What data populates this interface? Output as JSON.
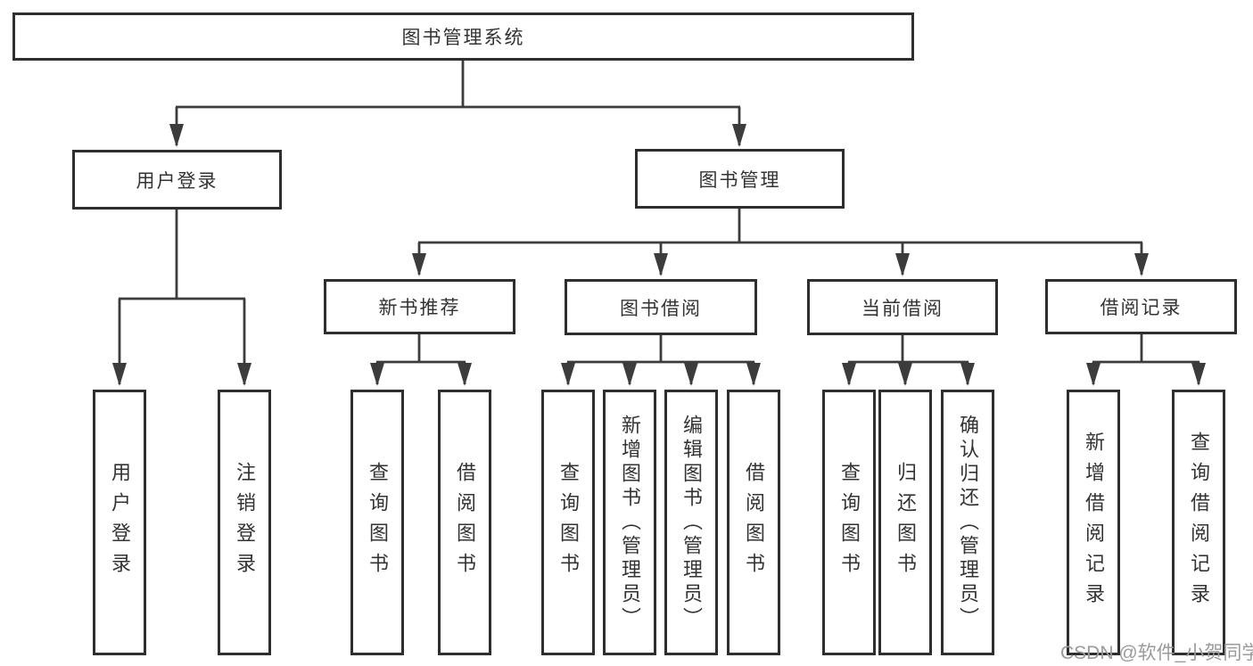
{
  "tree": {
    "root": {
      "label": "图书管理系统"
    },
    "branches": [
      {
        "label": "用户登录",
        "children": [
          {
            "label": "用户登录"
          },
          {
            "label": "注销登录"
          }
        ]
      },
      {
        "label": "图书管理",
        "children": [
          {
            "label": "新书推荐",
            "children": [
              {
                "label": "查询图书"
              },
              {
                "label": "借阅图书"
              }
            ]
          },
          {
            "label": "图书借阅",
            "children": [
              {
                "label": "查询图书"
              },
              {
                "label": "新增图书（管理员）"
              },
              {
                "label": "编辑图书（管理员）"
              },
              {
                "label": "借阅图书"
              }
            ]
          },
          {
            "label": "当前借阅",
            "children": [
              {
                "label": "查询图书"
              },
              {
                "label": "归还图书"
              },
              {
                "label": "确认归还（管理员）"
              }
            ]
          },
          {
            "label": "借阅记录",
            "children": [
              {
                "label": "新增借阅记录"
              },
              {
                "label": "查询借阅记录"
              }
            ]
          }
        ]
      }
    ]
  },
  "watermark": {
    "text": "CSDN @软件_小贺同学"
  },
  "colors": {
    "line": "#3c3c3c",
    "box_border": "#2e2e2e",
    "text": "#333333",
    "watermark": "#9b9b9b",
    "background": "#ffffff"
  }
}
